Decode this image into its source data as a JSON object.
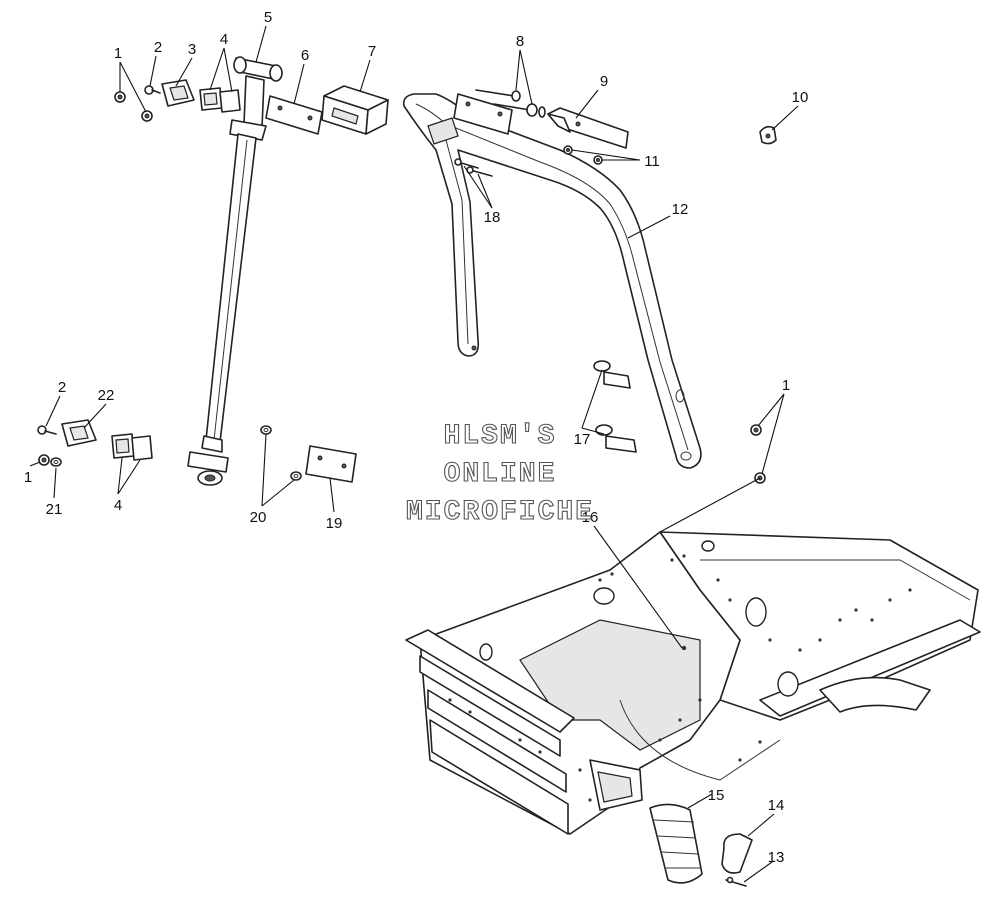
{
  "watermark": {
    "line1": "HLSM'S",
    "line2": "ONLINE",
    "line3": "MICROFICHE"
  },
  "callouts": [
    {
      "id": "c1a",
      "label": "1"
    },
    {
      "id": "c2a",
      "label": "2"
    },
    {
      "id": "c3",
      "label": "3"
    },
    {
      "id": "c4a",
      "label": "4"
    },
    {
      "id": "c5",
      "label": "5"
    },
    {
      "id": "c6",
      "label": "6"
    },
    {
      "id": "c7",
      "label": "7"
    },
    {
      "id": "c8",
      "label": "8"
    },
    {
      "id": "c9",
      "label": "9"
    },
    {
      "id": "c10",
      "label": "10"
    },
    {
      "id": "c11",
      "label": "11"
    },
    {
      "id": "c12",
      "label": "12"
    },
    {
      "id": "c18",
      "label": "18"
    },
    {
      "id": "c1b",
      "label": "1"
    },
    {
      "id": "c2b",
      "label": "2"
    },
    {
      "id": "c22",
      "label": "22"
    },
    {
      "id": "c17",
      "label": "17"
    },
    {
      "id": "c1c",
      "label": "1"
    },
    {
      "id": "c21",
      "label": "21"
    },
    {
      "id": "c4b",
      "label": "4"
    },
    {
      "id": "c20",
      "label": "20"
    },
    {
      "id": "c19",
      "label": "19"
    },
    {
      "id": "c16",
      "label": "16"
    },
    {
      "id": "c15",
      "label": "15"
    },
    {
      "id": "c14",
      "label": "14"
    },
    {
      "id": "c13",
      "label": "13"
    }
  ]
}
